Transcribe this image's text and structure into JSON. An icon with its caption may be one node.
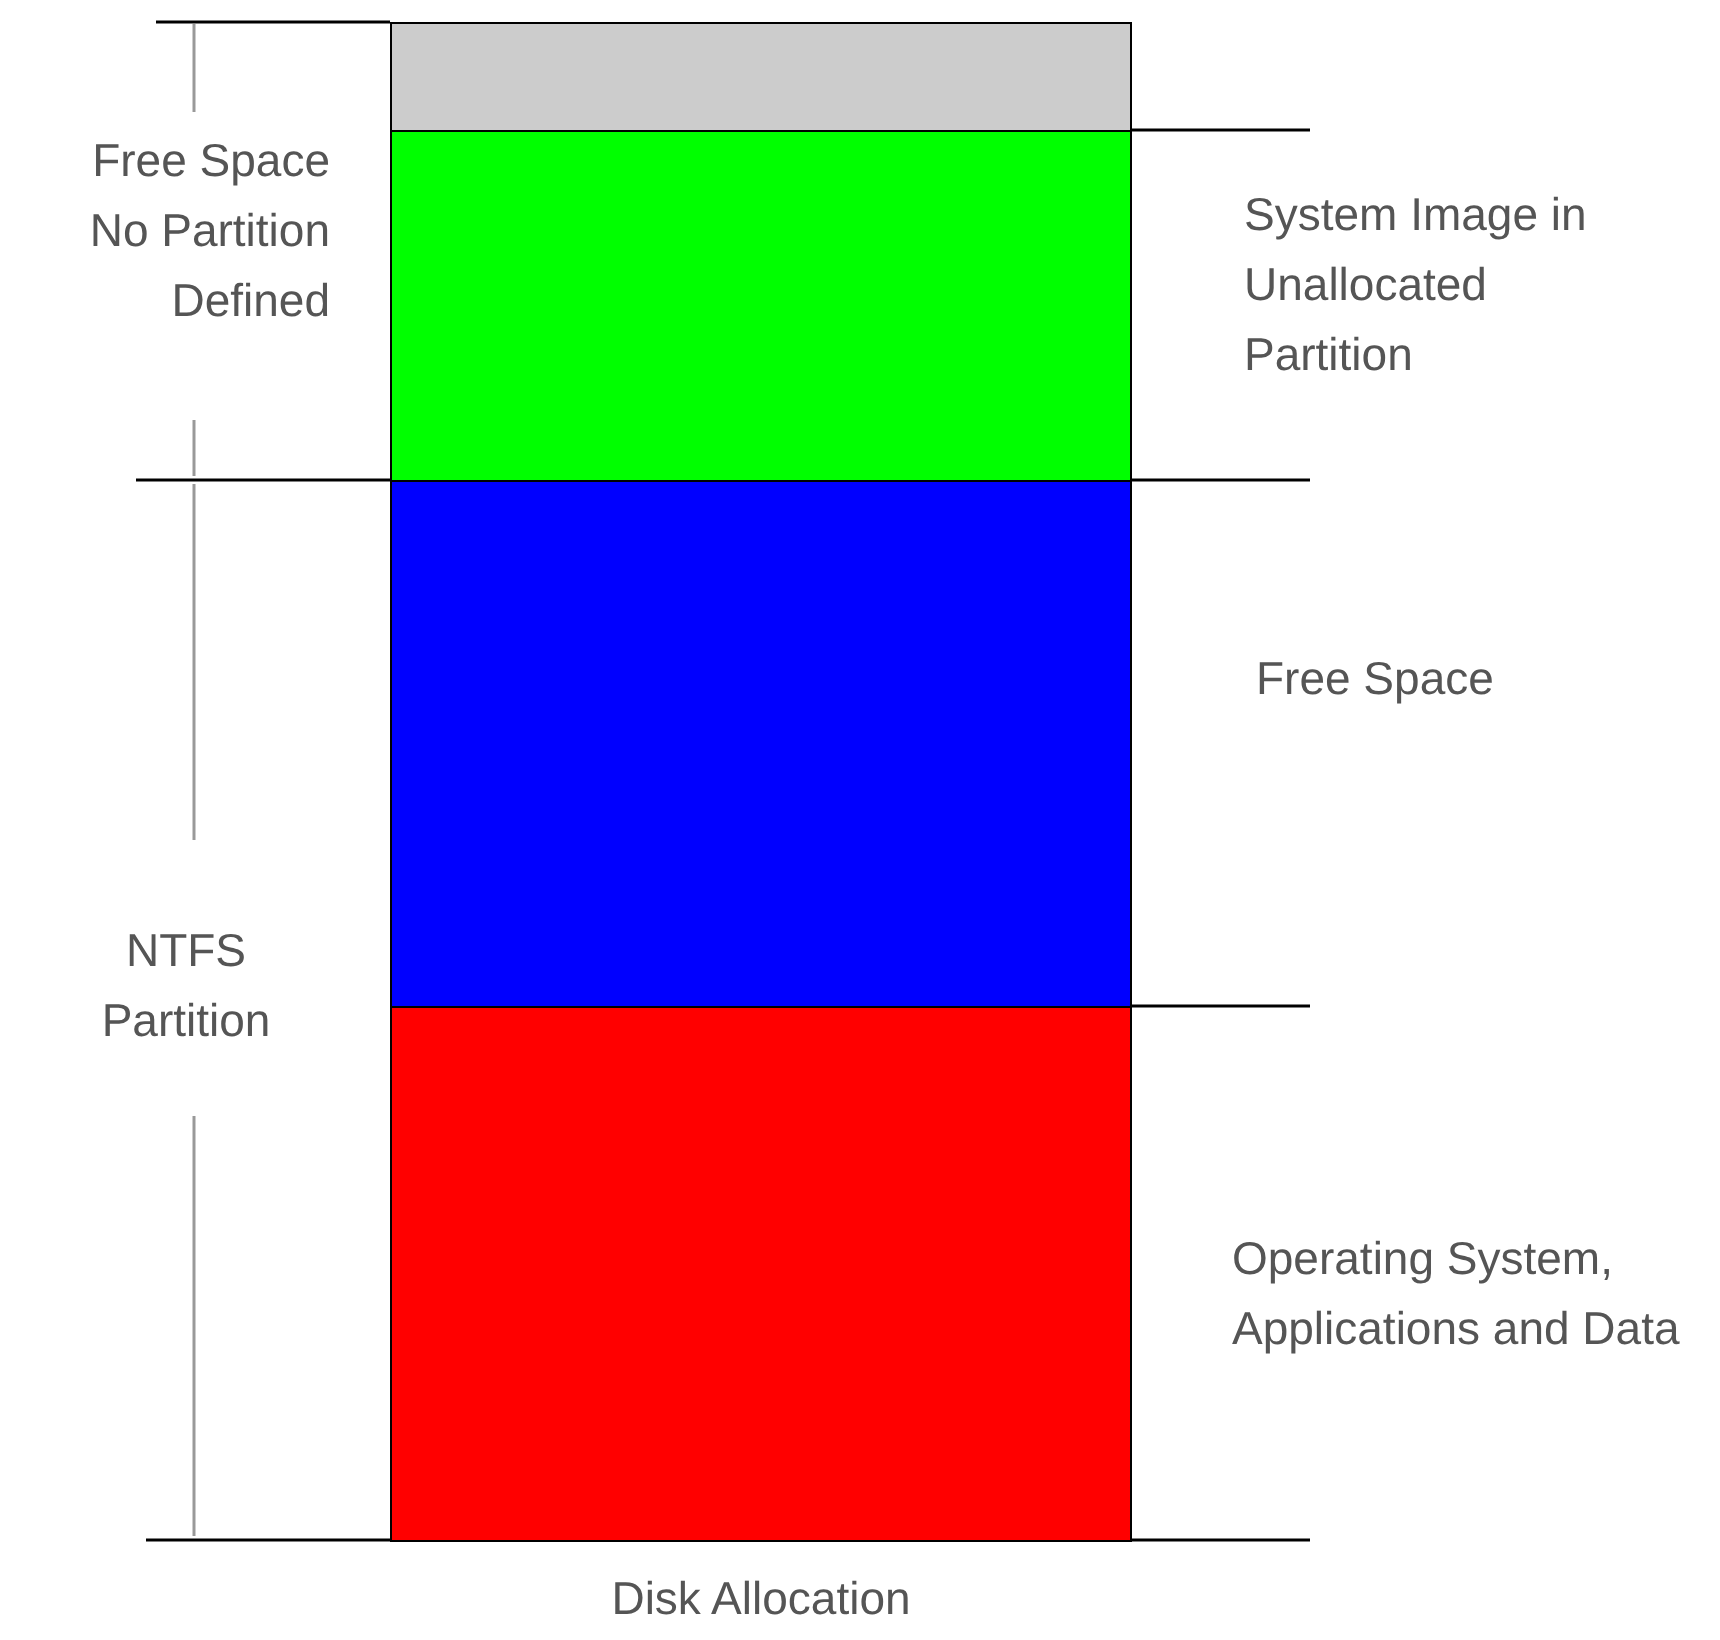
{
  "diagram": {
    "caption": "Disk Allocation",
    "nodes": [
      {
        "text": [],
        "shape": "box"
      },
      {
        "text": [],
        "shape": "box",
        "beside": [
          "System Image in Unallocated Partition"
        ]
      },
      {
        "text": [],
        "shape": "box",
        "beside": [
          "Free Space"
        ]
      },
      {
        "text": [],
        "shape": "box",
        "beside": [
          "Operating System, Applications and Data"
        ]
      }
    ],
    "labels": [
      "Free Space No Partition Defined",
      "NTFS Partition"
    ]
  }
}
